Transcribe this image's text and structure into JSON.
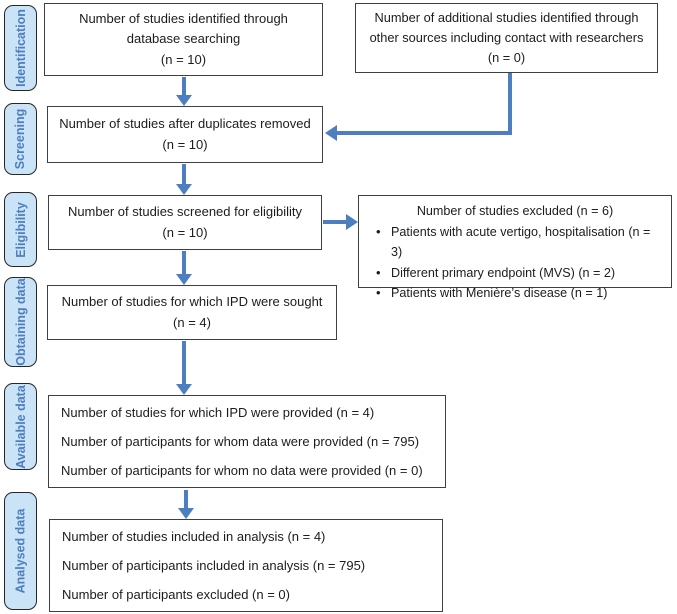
{
  "colors": {
    "arrow_blue": "#4d7ebf",
    "label_fill": "#cbe3f6",
    "label_text": "#4d7ebf",
    "box_border": "#3f3f3f",
    "label_border": "#262626",
    "text": "#1c1c1c"
  },
  "sidebar": {
    "labels": [
      {
        "label": "Identification"
      },
      {
        "label": "Screening"
      },
      {
        "label": "Eligibility"
      },
      {
        "label": "Obtaining data"
      },
      {
        "label": "Available data"
      },
      {
        "label": "Analysed data"
      }
    ]
  },
  "flow": {
    "identified": {
      "lines": [
        "Number of studies identified through",
        "database searching",
        "(n = 10)"
      ]
    },
    "additional": {
      "lines": [
        "Number of additional studies identified through",
        "other sources including contact with researchers",
        "(n = 0)"
      ]
    },
    "duplicates": {
      "lines": [
        "Number of studies after duplicates removed",
        "(n = 10)"
      ]
    },
    "screened": {
      "lines": [
        "Number of studies screened for eligibility",
        "(n = 10)"
      ]
    },
    "excluded": {
      "title": "Number of studies excluded (n = 6)",
      "bullets": [
        "Patients with acute vertigo, hospitalisation (n = 3)",
        "Different primary endpoint (MVS) (n = 2)",
        "Patients with Menière’s disease (n = 1)"
      ]
    },
    "sought": {
      "lines": [
        "Number of studies for which IPD were sought",
        "(n = 4)"
      ]
    },
    "provided": {
      "lines": [
        "Number of studies for which IPD were provided (n = 4)",
        "Number of participants for whom data were provided (n = 795)",
        "Number of participants for whom no data were provided (n = 0)"
      ]
    },
    "analysed": {
      "lines": [
        "Number of studies included in analysis (n = 4)",
        "Number of participants included in analysis (n = 795)",
        "Number of participants excluded (n = 0)"
      ]
    }
  }
}
